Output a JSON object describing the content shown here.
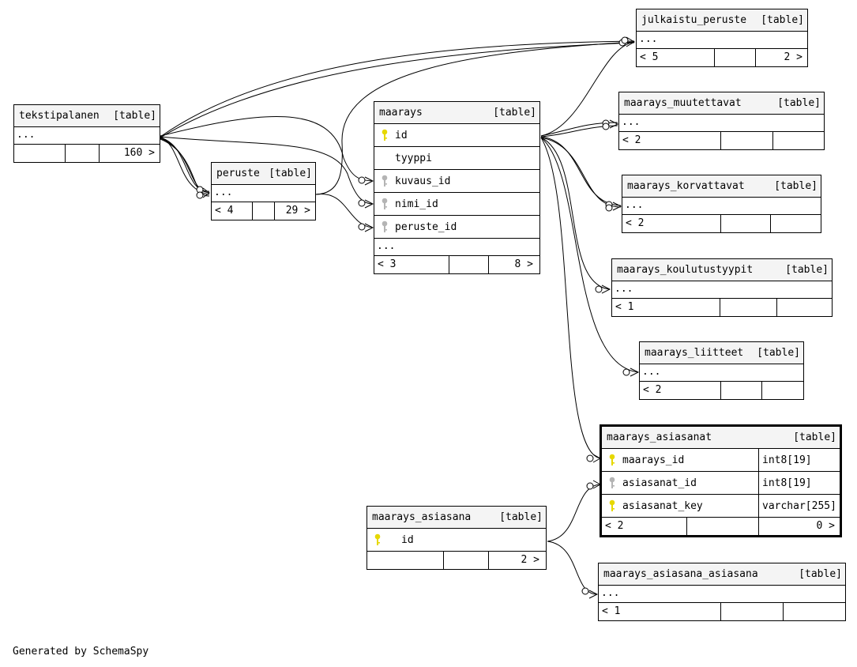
{
  "footer_text": "Generated by SchemaSpy",
  "table_tag": "[table]",
  "colors": {
    "primary_key": "#e6d800",
    "foreign_key": "#b4b4b4",
    "header_bg": "#f4f4f4"
  },
  "tables": {
    "julkaistu_peruste": {
      "name": "julkaistu_peruste",
      "ellipsis": "...",
      "foot_left": "< 5",
      "foot_right": "2 >"
    },
    "tekstipalanen": {
      "name": "tekstipalanen",
      "ellipsis": "...",
      "foot_right": "160 >"
    },
    "peruste": {
      "name": "peruste",
      "ellipsis": "...",
      "foot_left": "< 4",
      "foot_right": "29 >"
    },
    "maarays": {
      "name": "maarays",
      "columns": [
        {
          "name": "id",
          "key": "primary-key-icon"
        },
        {
          "name": "tyyppi",
          "key": ""
        },
        {
          "name": "kuvaus_id",
          "key": "foreign-key-icon"
        },
        {
          "name": "nimi_id",
          "key": "foreign-key-icon"
        },
        {
          "name": "peruste_id",
          "key": "foreign-key-icon"
        }
      ],
      "ellipsis": "...",
      "foot_left": "< 3",
      "foot_right": "8 >"
    },
    "maarays_muutettavat": {
      "name": "maarays_muutettavat",
      "ellipsis": "...",
      "foot_left": "< 2"
    },
    "maarays_korvattavat": {
      "name": "maarays_korvattavat",
      "ellipsis": "...",
      "foot_left": "< 2"
    },
    "maarays_koulutustyypit": {
      "name": "maarays_koulutustyypit",
      "ellipsis": "...",
      "foot_left": "< 1"
    },
    "maarays_liitteet": {
      "name": "maarays_liitteet",
      "ellipsis": "...",
      "foot_left": "< 2"
    },
    "maarays_asiasanat": {
      "name": "maarays_asiasanat",
      "columns": [
        {
          "name": "maarays_id",
          "type": "int8[19]",
          "key": "primary-key-icon"
        },
        {
          "name": "asiasanat_id",
          "type": "int8[19]",
          "key": "foreign-key-icon"
        },
        {
          "name": "asiasanat_key",
          "type": "varchar[255]",
          "key": "primary-key-icon"
        }
      ],
      "foot_left": "< 2",
      "foot_right": "0 >"
    },
    "maarays_asiasana": {
      "name": "maarays_asiasana",
      "columns": [
        {
          "name": "id",
          "key": "primary-key-icon"
        }
      ],
      "foot_right": "2 >"
    },
    "maarays_asiasana_asiasana": {
      "name": "maarays_asiasana_asiasana",
      "ellipsis": "...",
      "foot_left": "< 1"
    }
  }
}
